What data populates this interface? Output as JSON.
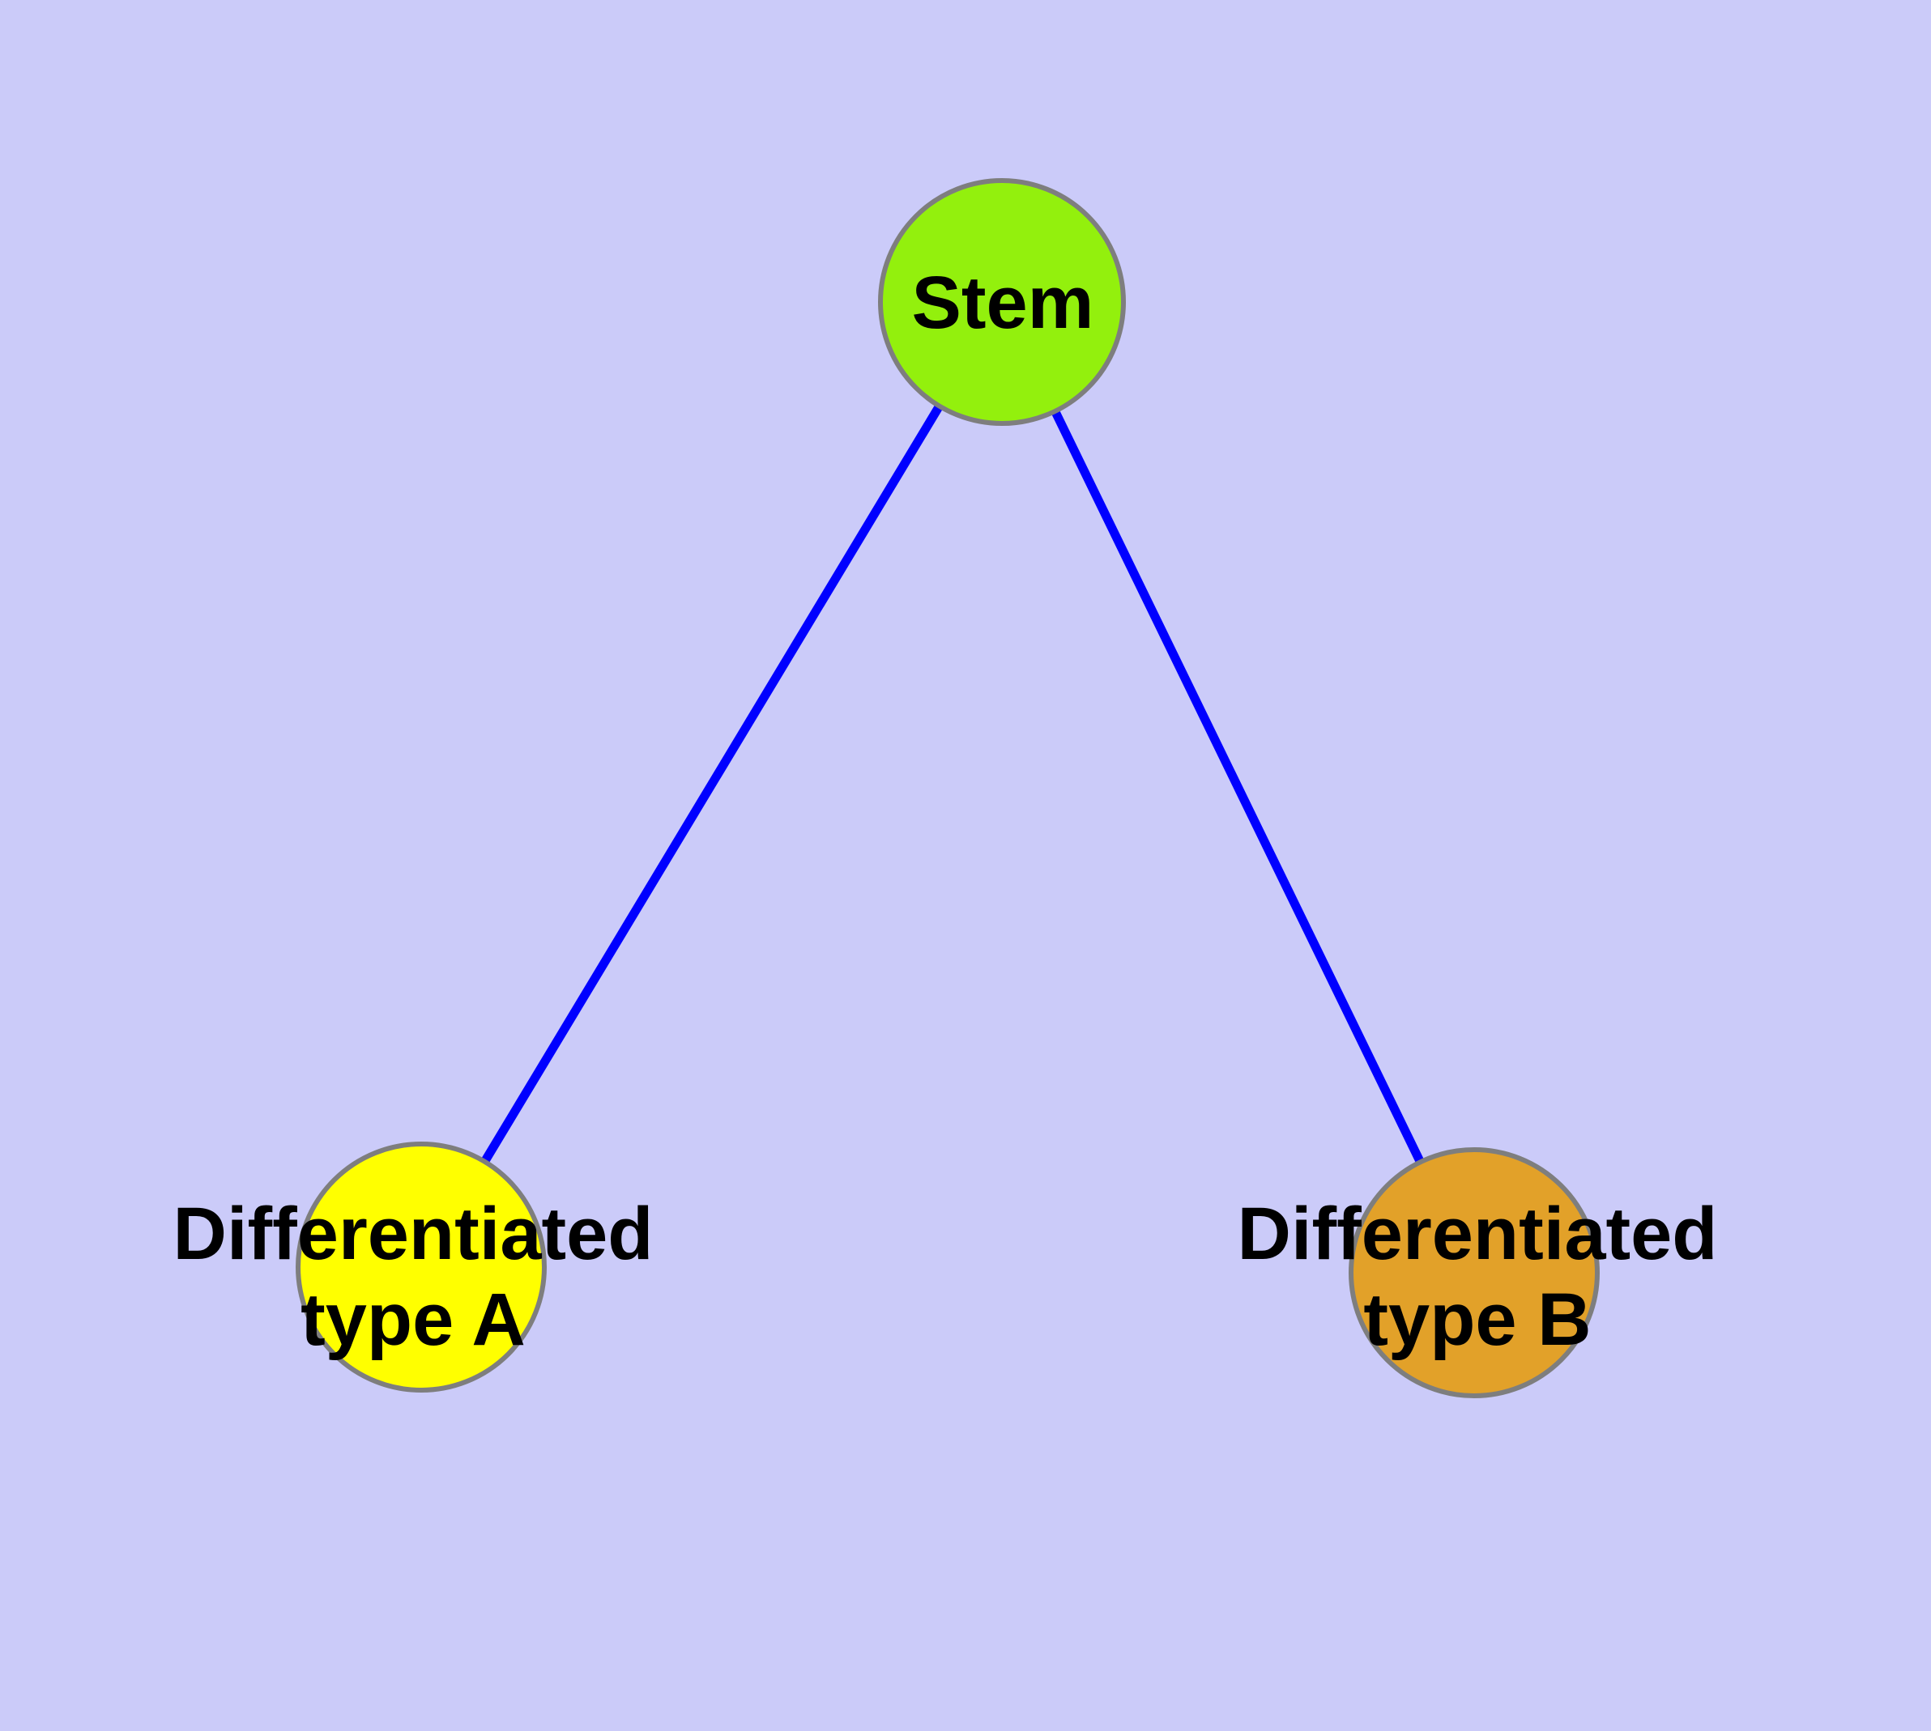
{
  "diagram": {
    "type": "graph",
    "background_color": "#CBCBF9",
    "edge_color": "#0000FF",
    "node_border_color": "#7E7E7E",
    "label_color": "#000000",
    "nodes": [
      {
        "id": "stem",
        "label": "Stem",
        "fill": "#93F00D"
      },
      {
        "id": "type_a",
        "label": "Differentiated\ntype A",
        "fill": "#FFFF00"
      },
      {
        "id": "type_b",
        "label": "Differentiated\ntype B",
        "fill": "#E2A129"
      }
    ],
    "edges": [
      {
        "from": "Stem",
        "to": "Differentiated type A"
      },
      {
        "from": "Stem",
        "to": "Differentiated type B"
      }
    ]
  }
}
